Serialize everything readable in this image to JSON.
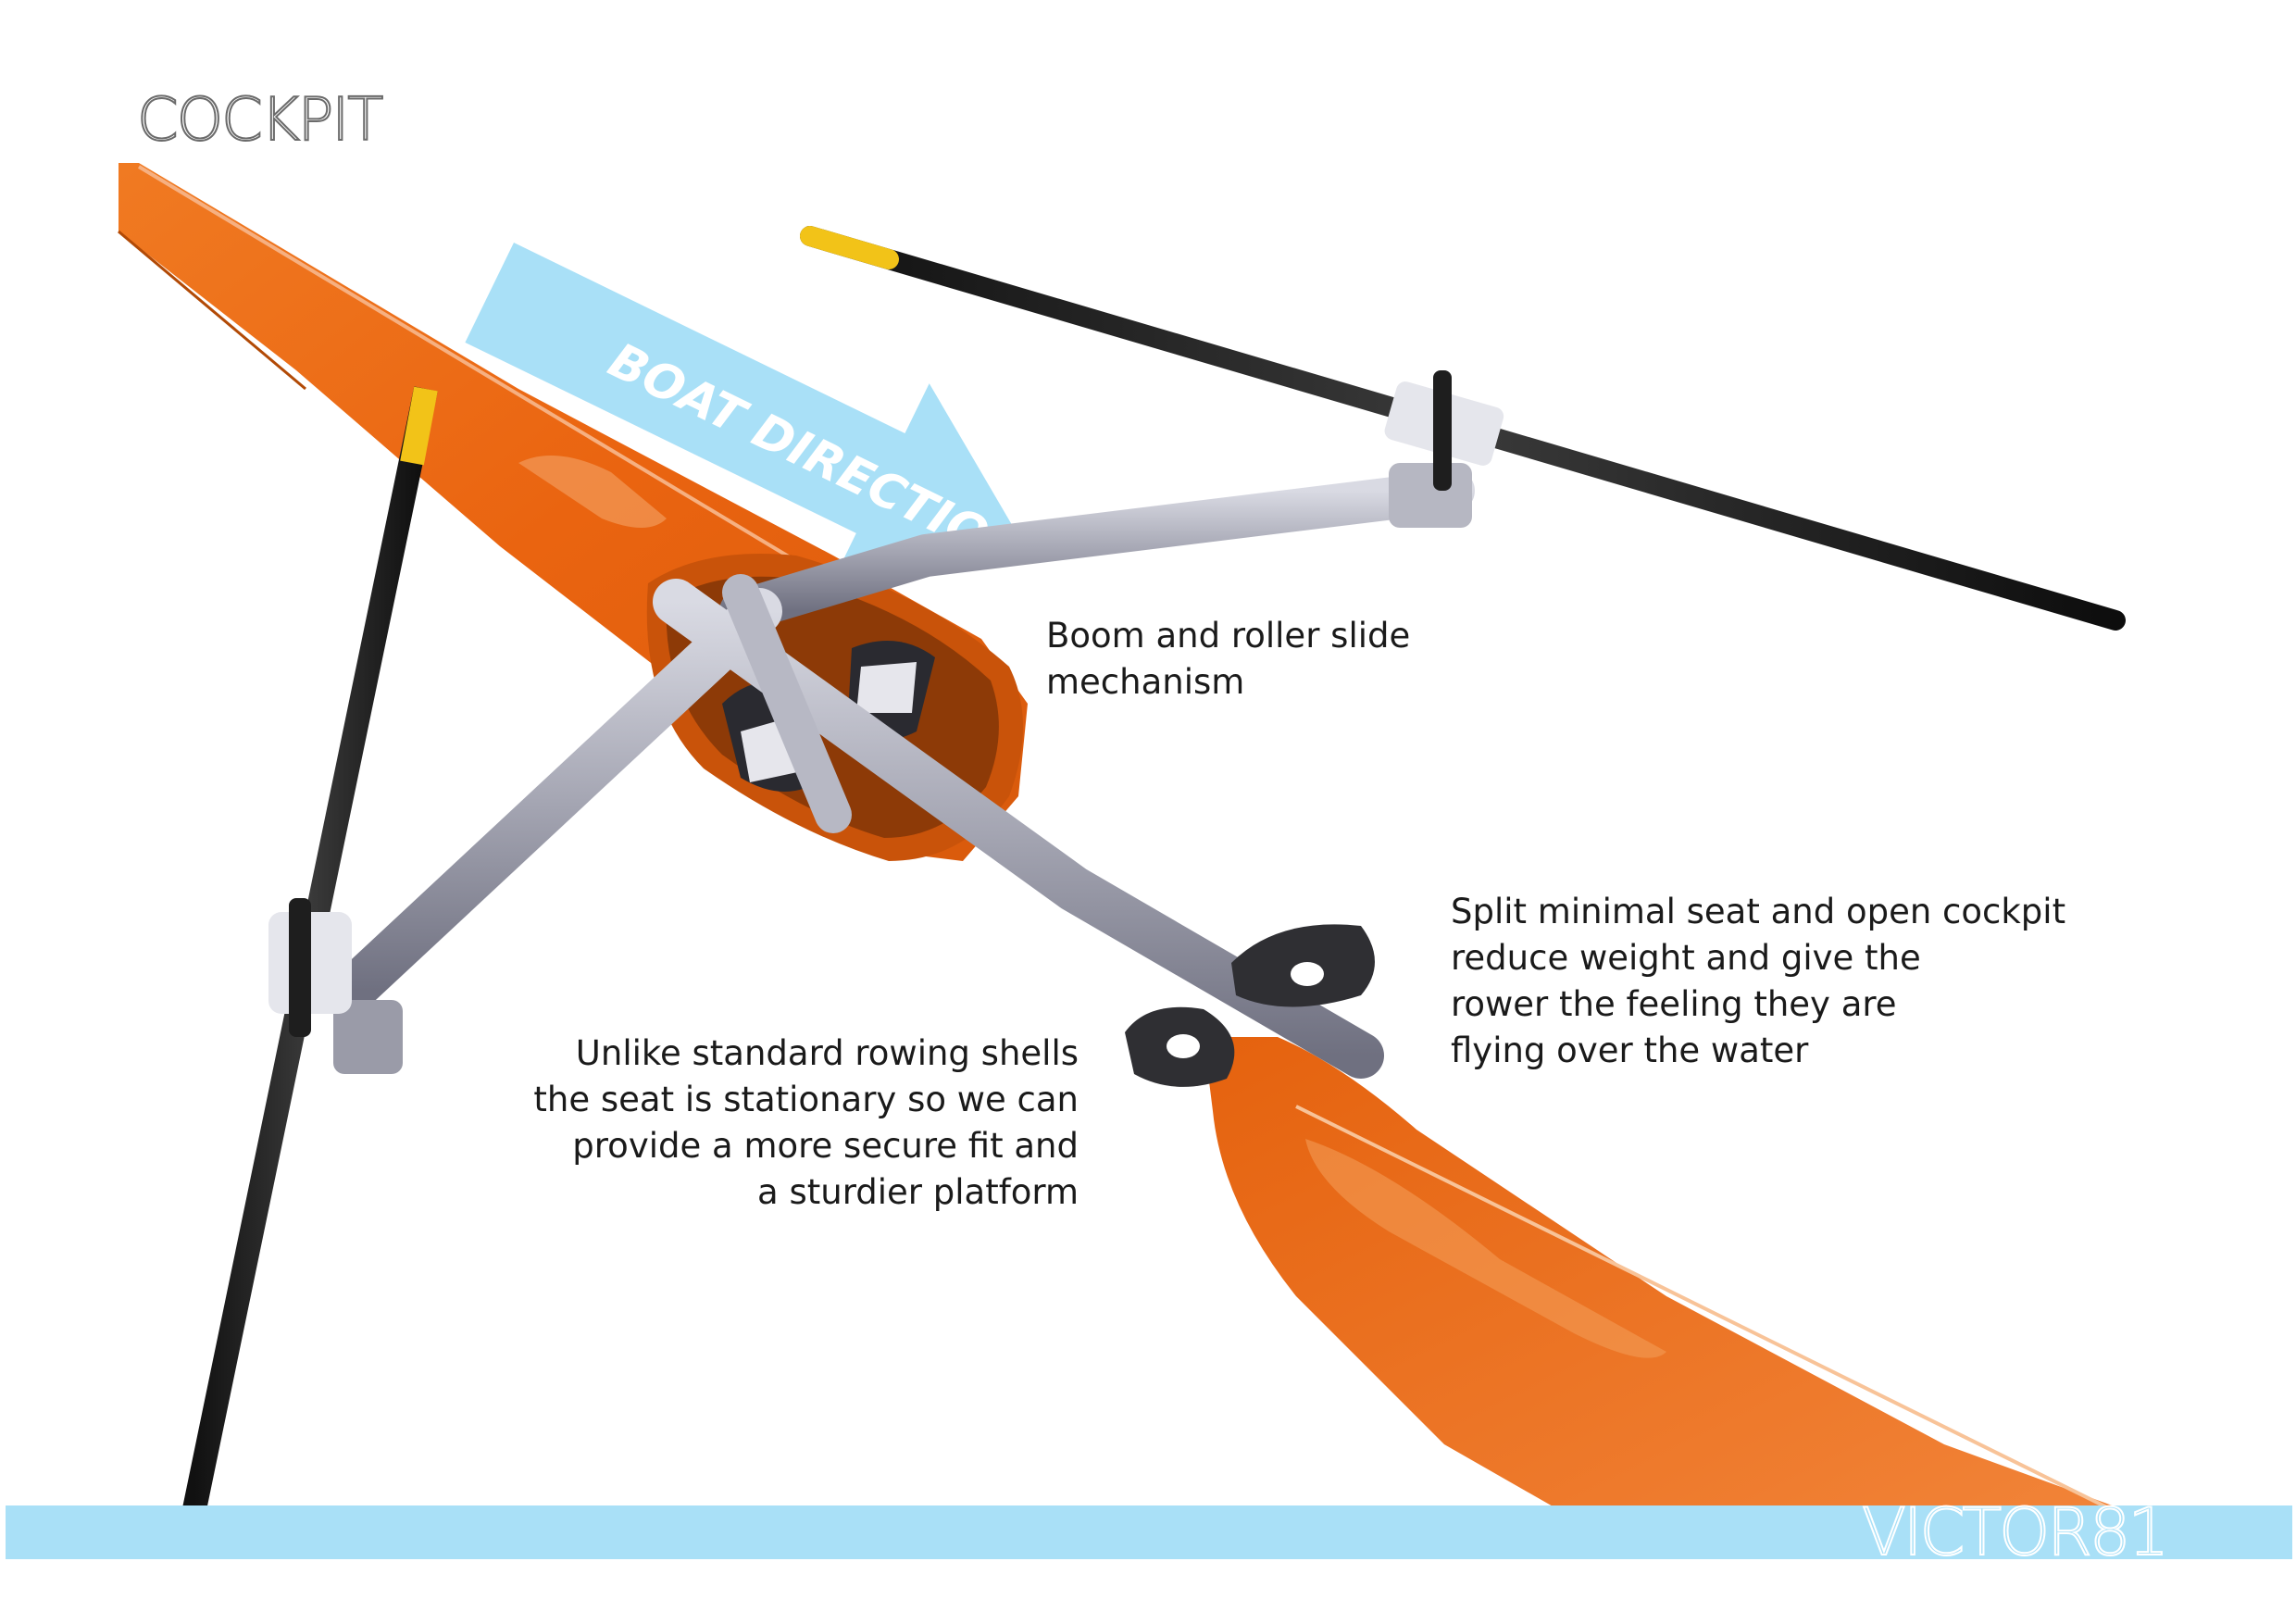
{
  "page": {
    "title": "COCKPIT",
    "brand": "VICTOR81"
  },
  "illustration": {
    "arrow_label": "BOAT DIRECTION"
  },
  "annotations": {
    "boom": [
      "Boom and roller slide",
      "mechanism"
    ],
    "seat": [
      "Split minimal seat and open cockpit",
      "reduce weight and give the",
      "rower the feeling they are",
      "flying over the water"
    ],
    "shell": [
      "Unlike standard rowing shells",
      "the seat is stationary so we can",
      "provide a more secure fit and",
      "a sturdier platform"
    ]
  },
  "colors": {
    "hull": "#ec6a14",
    "hull_dark": "#c04a08",
    "accent_blue": "#a9e0f7",
    "rigger_silver": "#a6a7b4",
    "oar_black": "#1e1e1e",
    "oar_tip_yellow": "#f2c318"
  }
}
